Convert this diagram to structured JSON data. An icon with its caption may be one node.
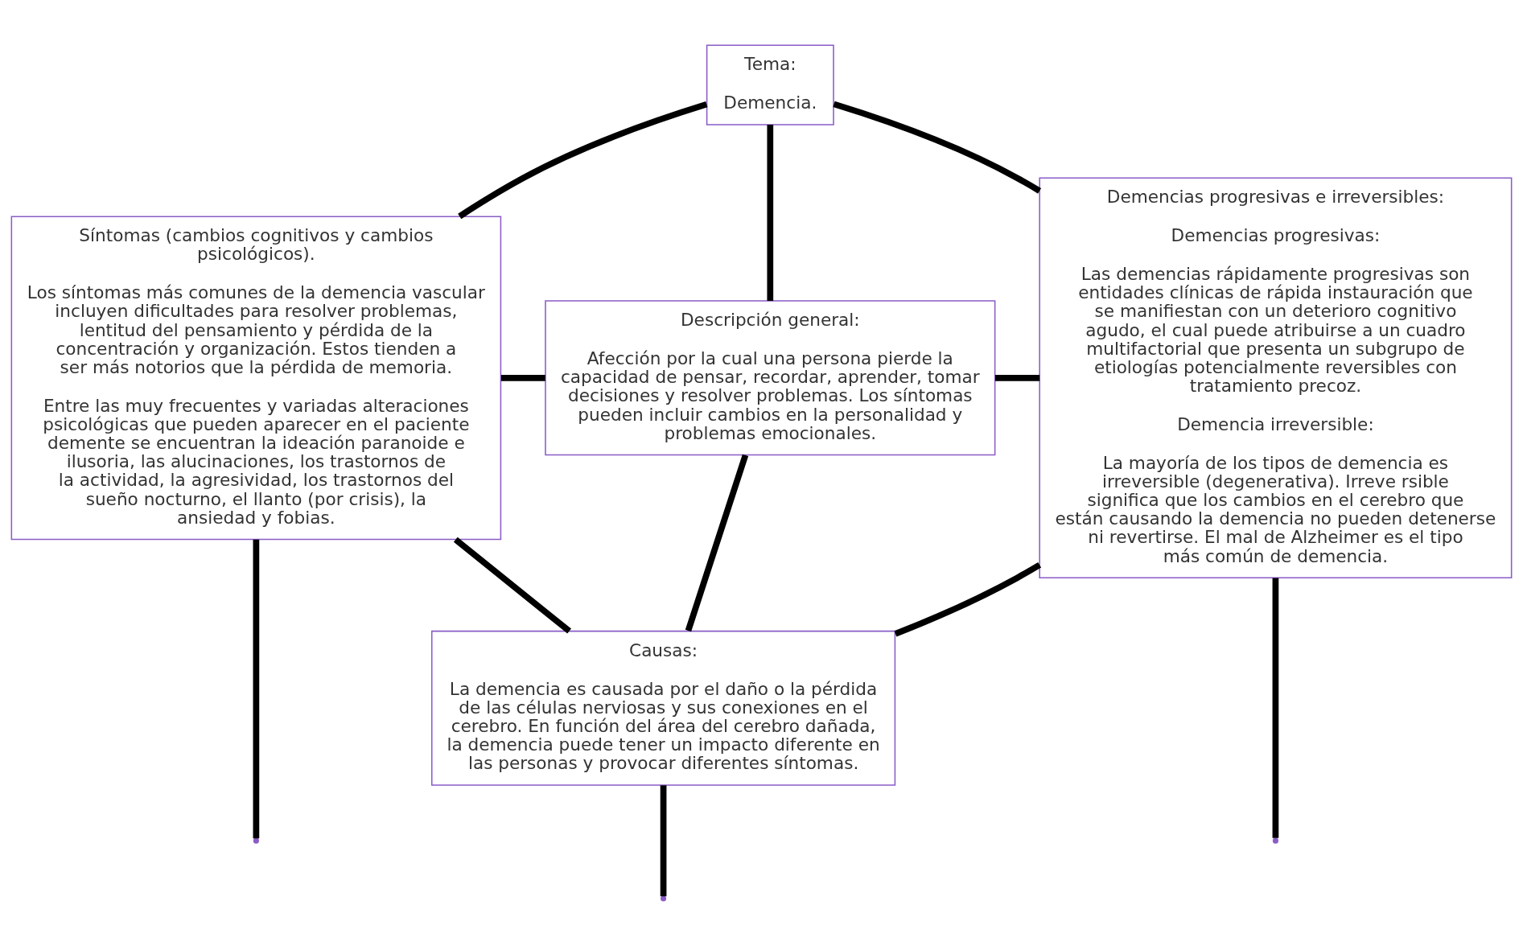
{
  "diagram": {
    "nodes": [
      {
        "text": [
          "Tema:",
          "Demencia."
        ]
      },
      {
        "text": [
          "Síntomas (cambios cognitivos y cambios psicológicos).",
          "Los síntomas más comunes de la demencia vascular incluyen dificultades para resolver problemas, lentitud del pensamiento y pérdida de la concentración y organización. Estos tienden a ser más notorios que la pérdida de memoria.",
          "Entre las muy frecuentes y variadas alteraciones psicológicas que pueden aparecer en el paciente demente se encuentran la ideación paranoide e ilusoria, las alucinaciones, los trastornos de la actividad, la agresividad, los trastornos del sueño nocturno, el llanto (por crisis), la ansiedad y fobias."
        ]
      },
      {
        "text": [
          "Descripción general:",
          "Afección por la cual una persona pierde la capacidad de pensar, recordar, aprender, tomar decisiones y resolver problemas. Los síntomas pueden incluir cambios en la personalidad y problemas emocionales."
        ]
      },
      {
        "text": [
          "Demencias progresivas e irreversibles:",
          "Demencias progresivas:",
          "Las demencias rápidamente progresivas son entidades clínicas de rápida instauración que se manifiestan con un deterioro cognitivo agudo, el cual puede atribuirse a un cuadro multifactorial que presenta un subgrupo de etiologías potencialmente reversibles con tratamiento precoz.",
          "Demencia irreversible:",
          "La mayoría de los tipos de demencia es irreversible (degenerativa). Irreve rsible significa que los cambios en el cerebro que están causando la demencia no pueden detenerse ni revertirse. El mal de Alzheimer es el tipo más común de demencia."
        ]
      },
      {
        "text": [
          "Causas:",
          "La demencia es causada por el daño o la pérdida de las células nerviosas y sus conexiones en el cerebro. En función del área del cerebro dañada, la demencia puede tener un impacto diferente en las personas y provocar diferentes síntomas."
        ]
      }
    ],
    "edges": [
      {
        "from": 0,
        "to": 1,
        "arrow": "none"
      },
      {
        "from": 0,
        "to": 2,
        "arrow": "none"
      },
      {
        "from": 0,
        "to": 3,
        "arrow": "none"
      },
      {
        "from": 1,
        "to": 2,
        "arrow": "none"
      },
      {
        "from": 2,
        "to": 3,
        "arrow": "none"
      },
      {
        "from": 2,
        "to": 4,
        "arrow": "none"
      },
      {
        "from": 1,
        "to": 4,
        "arrow": "none"
      },
      {
        "from": 4,
        "to": 3,
        "arrow": "none"
      },
      {
        "from": 1,
        "to": null,
        "arrow": "none"
      },
      {
        "from": 4,
        "to": null,
        "arrow": "none"
      },
      {
        "from": 3,
        "to": null,
        "arrow": "none"
      }
    ]
  }
}
